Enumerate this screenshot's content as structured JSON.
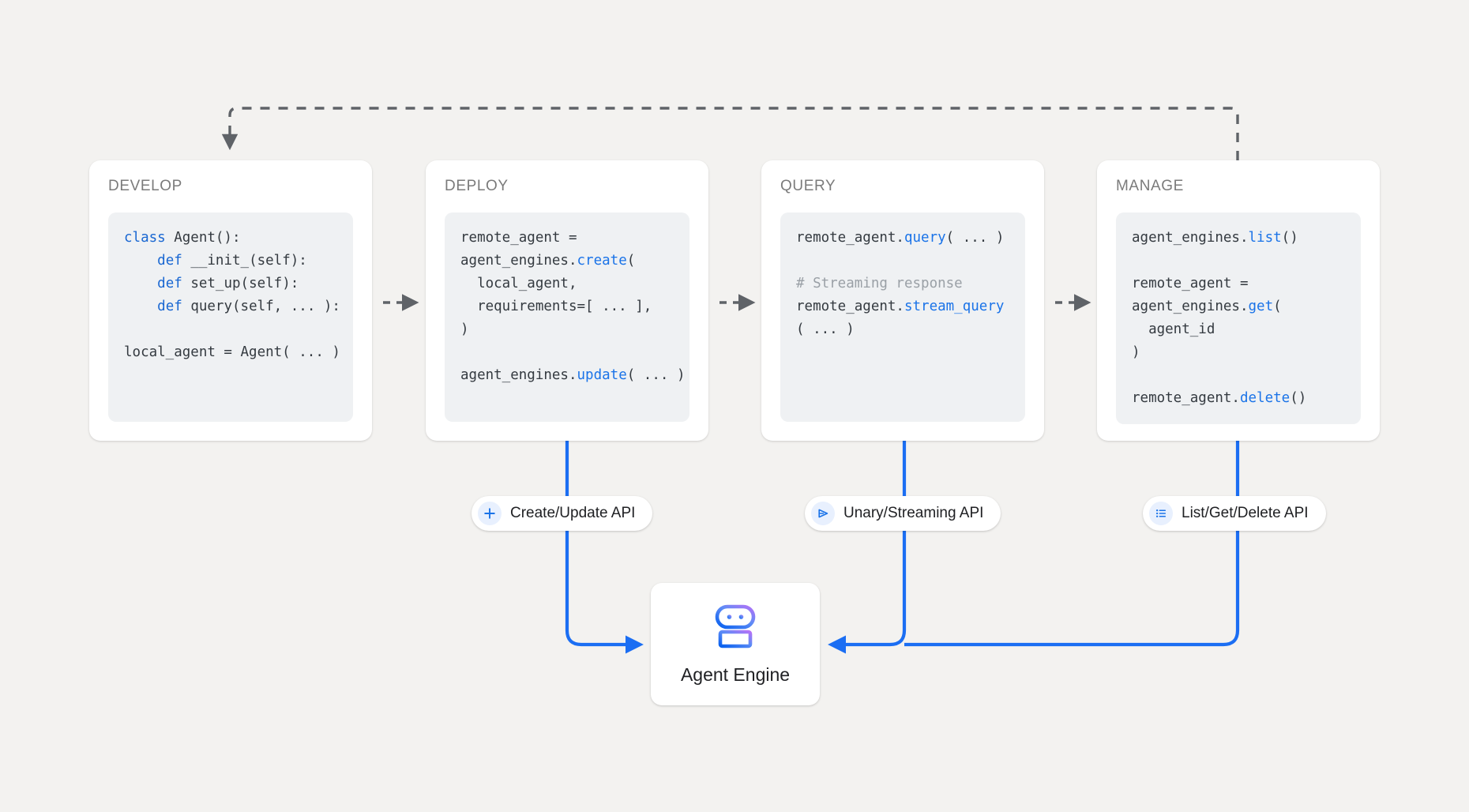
{
  "colors": {
    "canvas_bg": "#f3f2f0",
    "card_bg": "#ffffff",
    "code_bg": "#eff1f3",
    "accent_blue": "#1a73e8",
    "dashed_gray": "#5f6368",
    "title_gray": "#7b7b7b",
    "pill_icon_bg": "#e8f0fe",
    "robot_gradient_start": "#a855f7",
    "robot_gradient_end": "#1a73e8"
  },
  "stages": [
    {
      "title": "DEVELOP",
      "code_lines": [
        [
          {
            "t": "class ",
            "c": "kw"
          },
          {
            "t": "Agent():",
            "c": ""
          }
        ],
        [
          {
            "t": "    ",
            "c": ""
          },
          {
            "t": "def ",
            "c": "kw"
          },
          {
            "t": "__init_(self):",
            "c": ""
          }
        ],
        [
          {
            "t": "    ",
            "c": ""
          },
          {
            "t": "def ",
            "c": "kw"
          },
          {
            "t": "set_up(self):",
            "c": ""
          }
        ],
        [
          {
            "t": "    ",
            "c": ""
          },
          {
            "t": "def ",
            "c": "kw"
          },
          {
            "t": "query(self, ... ):",
            "c": ""
          }
        ],
        [
          {
            "t": "",
            "c": ""
          }
        ],
        [
          {
            "t": "local_agent = Agent( ... )",
            "c": ""
          }
        ]
      ]
    },
    {
      "title": "DEPLOY",
      "code_lines": [
        [
          {
            "t": "remote_agent =",
            "c": ""
          }
        ],
        [
          {
            "t": "agent_engines.",
            "c": ""
          },
          {
            "t": "create",
            "c": "fn"
          },
          {
            "t": "(",
            "c": ""
          }
        ],
        [
          {
            "t": "  local_agent,",
            "c": ""
          }
        ],
        [
          {
            "t": "  requirements=[ ... ],",
            "c": ""
          }
        ],
        [
          {
            "t": ")",
            "c": ""
          }
        ],
        [
          {
            "t": "",
            "c": ""
          }
        ],
        [
          {
            "t": "agent_engines.",
            "c": ""
          },
          {
            "t": "update",
            "c": "fn"
          },
          {
            "t": "( ... )",
            "c": ""
          }
        ]
      ]
    },
    {
      "title": "QUERY",
      "code_lines": [
        [
          {
            "t": "remote_agent.",
            "c": ""
          },
          {
            "t": "query",
            "c": "fn"
          },
          {
            "t": "( ... )",
            "c": ""
          }
        ],
        [
          {
            "t": "",
            "c": ""
          }
        ],
        [
          {
            "t": "# Streaming response",
            "c": "cmt"
          }
        ],
        [
          {
            "t": "remote_agent.",
            "c": ""
          },
          {
            "t": "stream_query",
            "c": "fn"
          }
        ],
        [
          {
            "t": "( ... )",
            "c": ""
          }
        ]
      ]
    },
    {
      "title": "MANAGE",
      "code_lines": [
        [
          {
            "t": "agent_engines.",
            "c": ""
          },
          {
            "t": "list",
            "c": "fn"
          },
          {
            "t": "()",
            "c": ""
          }
        ],
        [
          {
            "t": "",
            "c": ""
          }
        ],
        [
          {
            "t": "remote_agent =",
            "c": ""
          }
        ],
        [
          {
            "t": "agent_engines.",
            "c": ""
          },
          {
            "t": "get",
            "c": "fn"
          },
          {
            "t": "(",
            "c": ""
          }
        ],
        [
          {
            "t": "  agent_id",
            "c": ""
          }
        ],
        [
          {
            "t": ")",
            "c": ""
          }
        ],
        [
          {
            "t": "",
            "c": ""
          }
        ],
        [
          {
            "t": "remote_agent.",
            "c": ""
          },
          {
            "t": "delete",
            "c": "fn"
          },
          {
            "t": "()",
            "c": ""
          }
        ]
      ]
    }
  ],
  "pills": [
    {
      "label": "Create/Update API",
      "icon": "plus-icon"
    },
    {
      "label": "Unary/Streaming API",
      "icon": "send-icon"
    },
    {
      "label": "List/Get/Delete API",
      "icon": "list-icon"
    }
  ],
  "engine": {
    "label": "Agent Engine",
    "icon": "robot-icon"
  },
  "connectors": {
    "feedback_arrow": "dashed",
    "stage_arrows": "dashed",
    "api_lines": "solid-blue"
  }
}
